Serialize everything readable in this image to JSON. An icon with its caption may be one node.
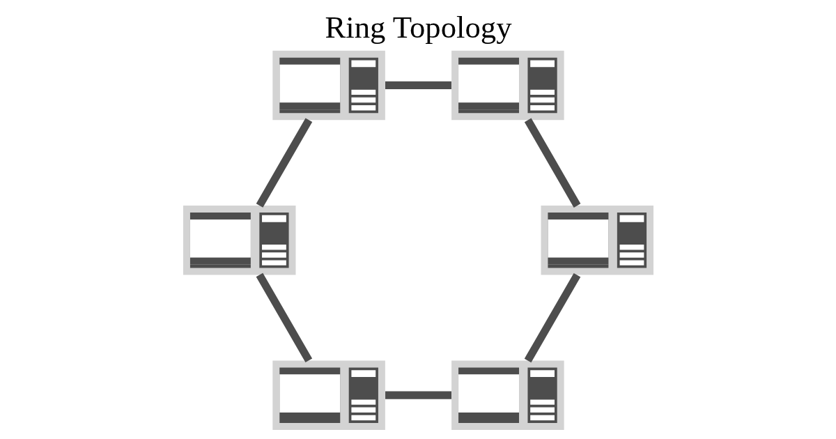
{
  "diagram": {
    "title": "Ring Topology",
    "nodes": [
      {
        "text": [],
        "shape": "picture"
      },
      {
        "text": [],
        "shape": "picture"
      },
      {
        "text": [],
        "shape": "picture"
      },
      {
        "text": [],
        "shape": "picture"
      },
      {
        "text": [],
        "shape": "picture"
      },
      {
        "text": [],
        "shape": "picture"
      }
    ],
    "edges": [
      {
        "from": 0,
        "to": 1,
        "arrow": "none"
      },
      {
        "from": 1,
        "to": 4,
        "arrow": "none"
      },
      {
        "from": 4,
        "to": 5,
        "arrow": "none"
      },
      {
        "from": 5,
        "to": 3,
        "arrow": "none"
      },
      {
        "from": 3,
        "to": 2,
        "arrow": "none"
      },
      {
        "from": 2,
        "to": 0,
        "arrow": "none"
      }
    ]
  }
}
